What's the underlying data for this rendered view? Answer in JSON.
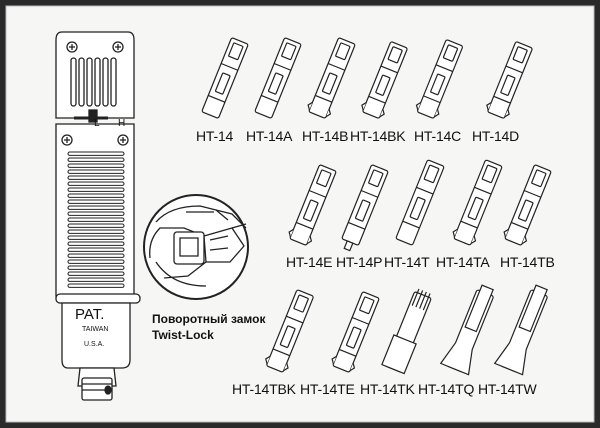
{
  "handle": {
    "pat": "PAT.",
    "origin1": "TAIWAN",
    "origin2": "U.S.A.",
    "switch_low": "L",
    "switch_high": "H"
  },
  "callout": {
    "line1": "Поворотный замок",
    "line2": "Twist-Lock"
  },
  "blades": [
    "HT-14",
    "HT-14A",
    "HT-14B",
    "HT-14BK",
    "HT-14C",
    "HT-14D",
    "HT-14E",
    "HT-14P",
    "HT-14T",
    "HT-14TA",
    "HT-14TB",
    "HT-14TBK",
    "HT-14TE",
    "HT-14TK",
    "HT-14TQ",
    "HT-14TW"
  ],
  "colors": {
    "background": "#f6f6f4",
    "frame": "#2a2a2a",
    "line": "#222222"
  }
}
